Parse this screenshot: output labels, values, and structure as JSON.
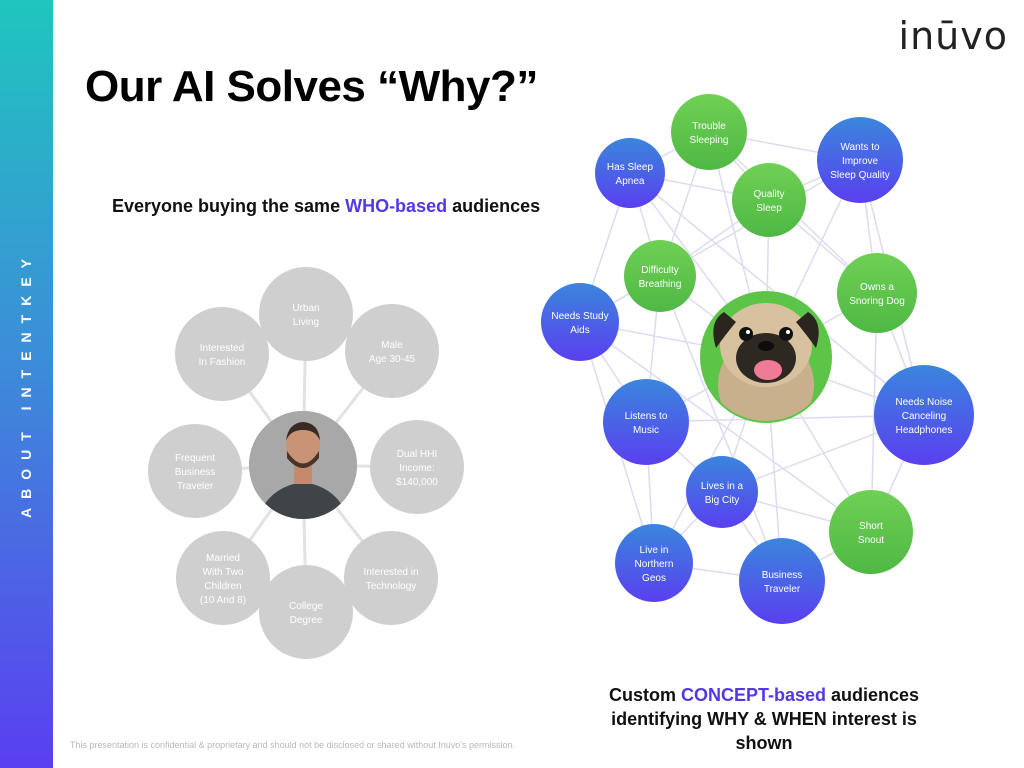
{
  "sidebar": {
    "label": "ABOUT INTENTKEY"
  },
  "brand": {
    "logo_text": "inūvo"
  },
  "title": "Our AI Solves “Why?”",
  "left_caption": {
    "prefix": "Everyone buying the same ",
    "highlight": "WHO-based",
    "suffix": " audiences"
  },
  "right_caption": {
    "line1_prefix": "Custom ",
    "line1_highlight": "CONCEPT-based",
    "line1_suffix": " audiences",
    "line2": "identifying WHY & WHEN interest is shown"
  },
  "footer": {
    "disclaimer": "This presentation is confidential & proprietary and should not be disclosed or shared without Inuvo's permission."
  },
  "who_nodes": [
    {
      "id": "urban",
      "lines": [
        "Urban",
        "Living"
      ]
    },
    {
      "id": "male",
      "lines": [
        "Male",
        "Age 30-45"
      ]
    },
    {
      "id": "dual",
      "lines": [
        "Dual HHI",
        "Income:",
        "$140,000"
      ]
    },
    {
      "id": "tech",
      "lines": [
        "Interested in",
        "Technology"
      ]
    },
    {
      "id": "college",
      "lines": [
        "College",
        "Degree"
      ]
    },
    {
      "id": "married",
      "lines": [
        "Married",
        "With Two",
        "Children",
        "(10 And 8)"
      ]
    },
    {
      "id": "traveler",
      "lines": [
        "Frequent",
        "Business",
        "Traveler"
      ]
    },
    {
      "id": "fashion",
      "lines": [
        "Interested",
        "In Fashion"
      ]
    }
  ],
  "concept_nodes": [
    {
      "id": "trouble",
      "lines": [
        "Trouble",
        "Sleeping"
      ],
      "color": "green"
    },
    {
      "id": "apnea",
      "lines": [
        "Has Sleep",
        "Apnea"
      ],
      "color": "blue"
    },
    {
      "id": "wants",
      "lines": [
        "Wants to",
        "Improve",
        "Sleep Quality"
      ],
      "color": "blue"
    },
    {
      "id": "quality",
      "lines": [
        "Quality",
        "Sleep"
      ],
      "color": "green"
    },
    {
      "id": "difficulty",
      "lines": [
        "Difficulty",
        "Breathing"
      ],
      "color": "green"
    },
    {
      "id": "snoring",
      "lines": [
        "Owns a",
        "Snoring Dog"
      ],
      "color": "green"
    },
    {
      "id": "study",
      "lines": [
        "Needs Study",
        "Aids"
      ],
      "color": "blue"
    },
    {
      "id": "noise",
      "lines": [
        "Needs Noise",
        "Canceling",
        "Headphones"
      ],
      "color": "blue"
    },
    {
      "id": "music",
      "lines": [
        "Listens to",
        "Music"
      ],
      "color": "blue"
    },
    {
      "id": "bigcity",
      "lines": [
        "Lives in a",
        "Big City"
      ],
      "color": "blue"
    },
    {
      "id": "snout",
      "lines": [
        "Short",
        "Snout"
      ],
      "color": "green"
    },
    {
      "id": "northern",
      "lines": [
        "Live in",
        "Northern",
        "Geos"
      ],
      "color": "blue"
    },
    {
      "id": "business",
      "lines": [
        "Business",
        "Traveler"
      ],
      "color": "blue"
    }
  ],
  "colors": {
    "accent": "#5538e3",
    "green": "#5cc548",
    "blue_top": "#3a86dd",
    "blue_bottom": "#5a3ff0"
  }
}
